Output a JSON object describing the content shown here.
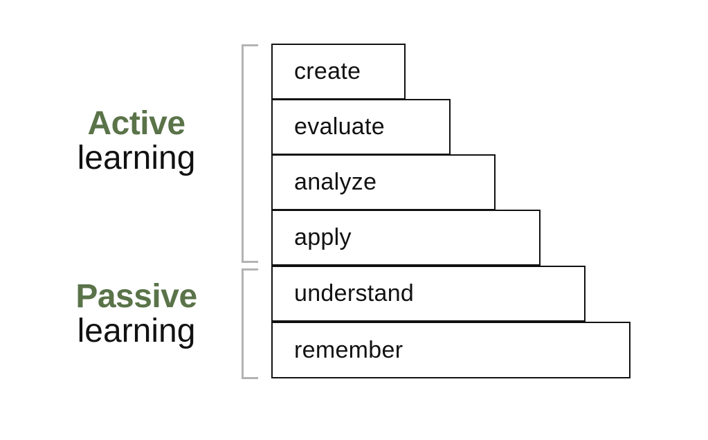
{
  "colors": {
    "accent_green": "#5a7349",
    "text": "#111111",
    "bracket": "#b3b3b3"
  },
  "groups": {
    "active": {
      "emphasis": "Active",
      "label": "learning"
    },
    "passive": {
      "emphasis": "Passive",
      "label": "learning"
    }
  },
  "steps": [
    {
      "label": "create"
    },
    {
      "label": "evaluate"
    },
    {
      "label": "analyze"
    },
    {
      "label": "apply"
    },
    {
      "label": "understand"
    },
    {
      "label": "remember"
    }
  ]
}
